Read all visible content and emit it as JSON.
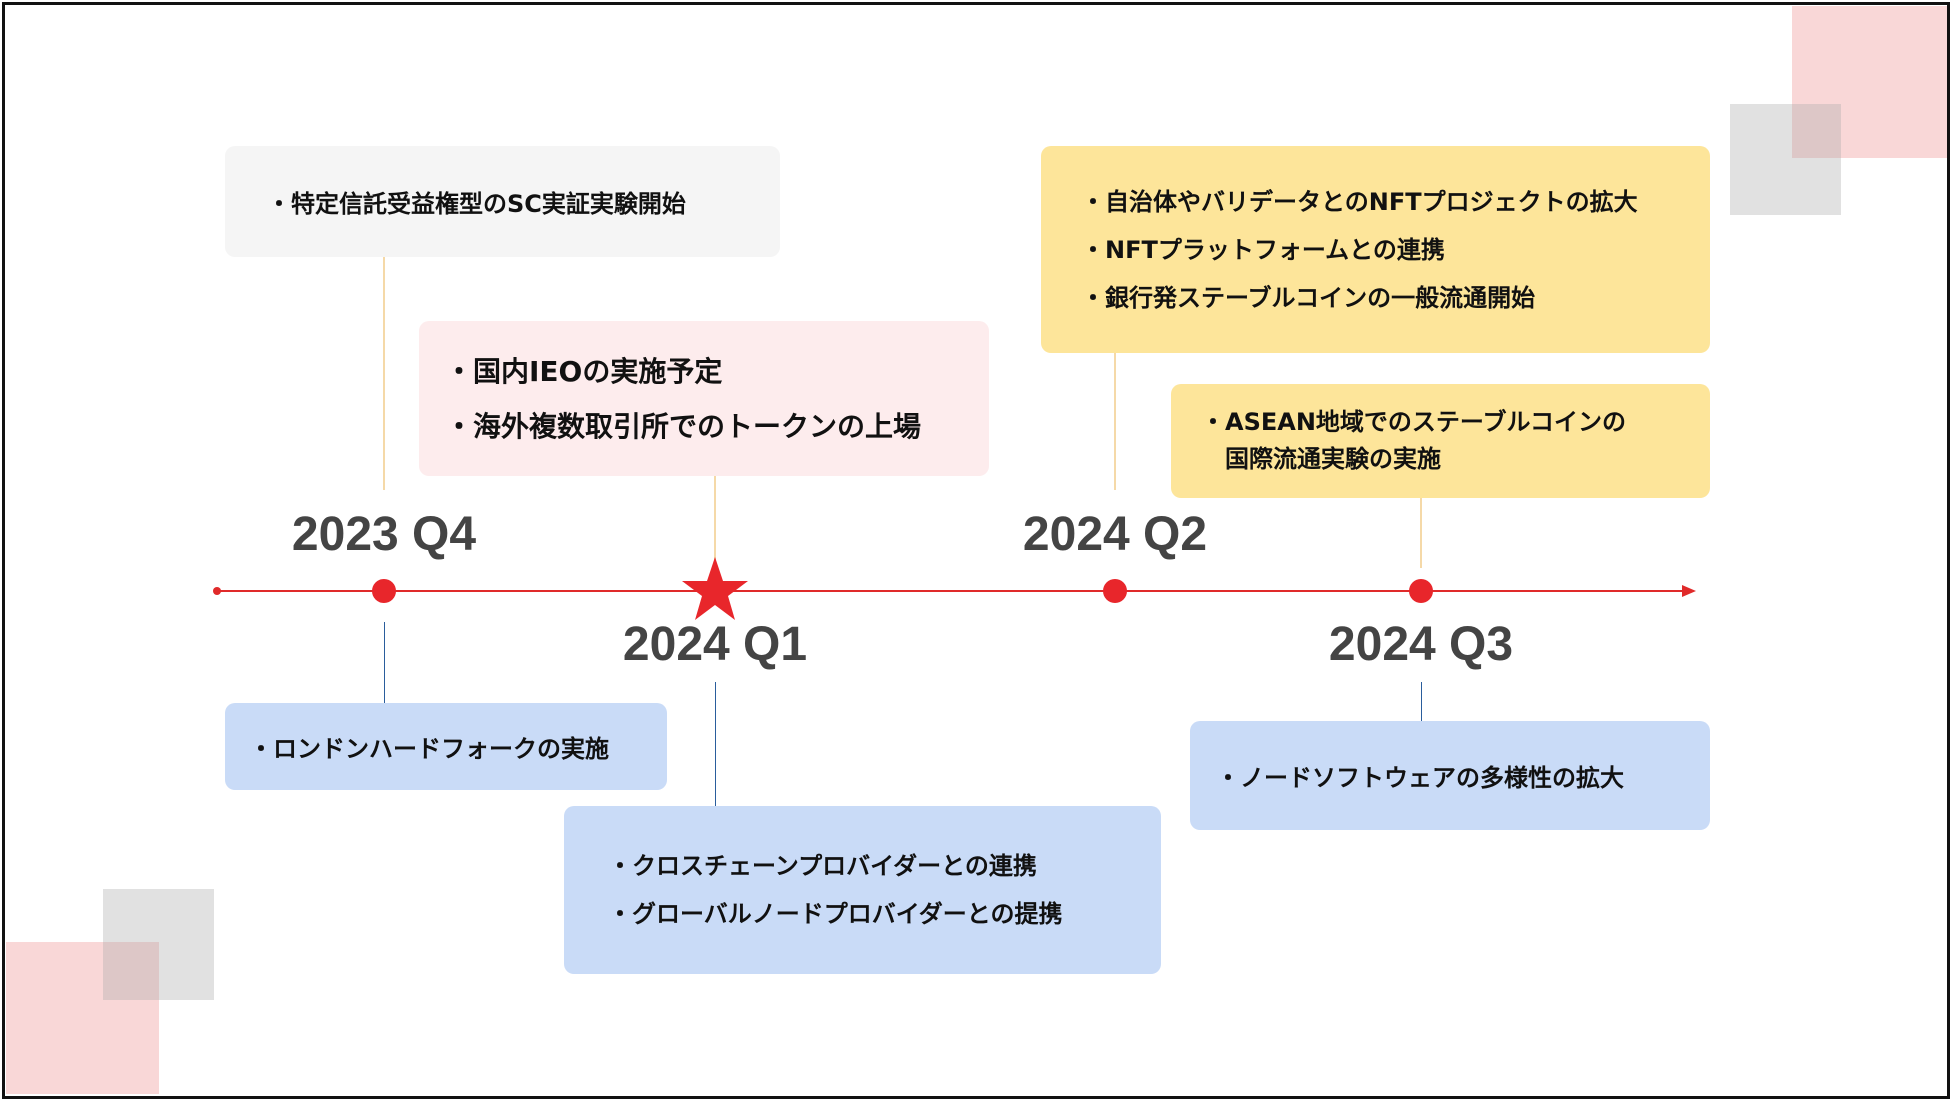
{
  "colors": {
    "timeline": "#e02a2a",
    "gray_box": "#f5f5f5",
    "pink_box": "#fdeced",
    "yellow_box": "#fde59a",
    "blue_box": "#c9dbf7"
  },
  "milestones": [
    {
      "label": "2023 Q4",
      "marker": "dot",
      "top": [
        "・特定信託受益権型のSC実証実験開始"
      ],
      "bottom": [
        "・ロンドンハードフォークの実施"
      ]
    },
    {
      "label": "2024 Q1",
      "marker": "star",
      "top": [
        "・国内IEOの実施予定",
        "・海外複数取引所でのトークンの上場"
      ],
      "bottom": [
        "・クロスチェーンプロバイダーとの連携",
        "・グローバルノードプロバイダーとの提携"
      ]
    },
    {
      "label": "2024 Q2",
      "marker": "dot",
      "top": [
        "・自治体やバリデータとのNFTプロジェクトの拡大",
        "・NFTプラットフォームとの連携",
        "・銀行発ステーブルコインの一般流通開始"
      ]
    },
    {
      "label": "2024 Q3",
      "marker": "dot",
      "top": [
        "・ASEAN地域でのステーブルコインの",
        "　国際流通実験の実施"
      ],
      "bottom": [
        "・ノードソフトウェアの多様性の拡大"
      ]
    }
  ]
}
